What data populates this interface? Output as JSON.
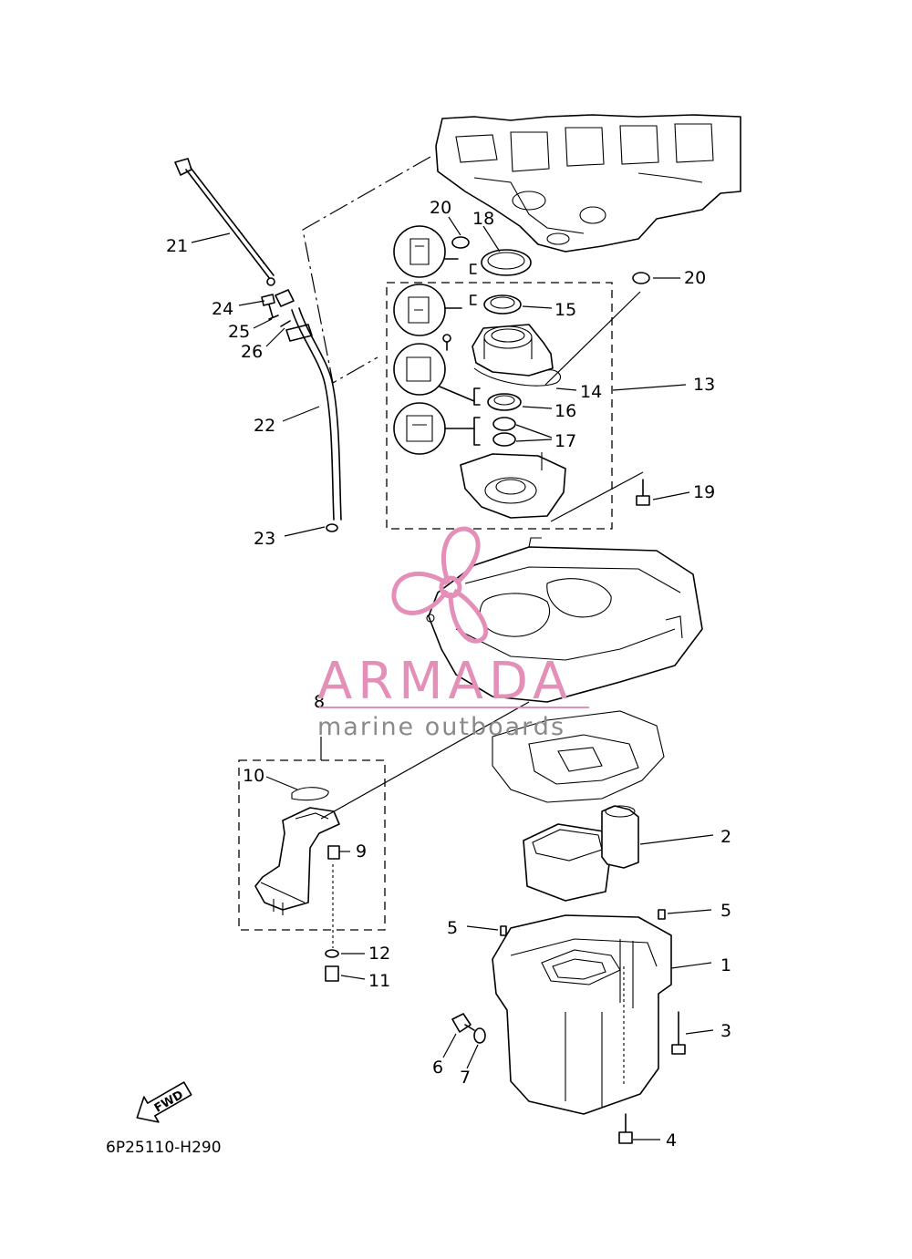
{
  "diagram": {
    "part_code": "6P25110-H290",
    "fwd_label": "FWD",
    "callouts": [
      "1",
      "2",
      "3",
      "4",
      "5",
      "5",
      "6",
      "7",
      "8",
      "9",
      "10",
      "11",
      "12",
      "13",
      "14",
      "15",
      "16",
      "17",
      "18",
      "19",
      "20",
      "20",
      "21",
      "22",
      "23",
      "24",
      "25",
      "26"
    ]
  },
  "watermark": {
    "brand": "ARMADA",
    "tagline": "marine outboards",
    "color": "#e38fb8"
  }
}
